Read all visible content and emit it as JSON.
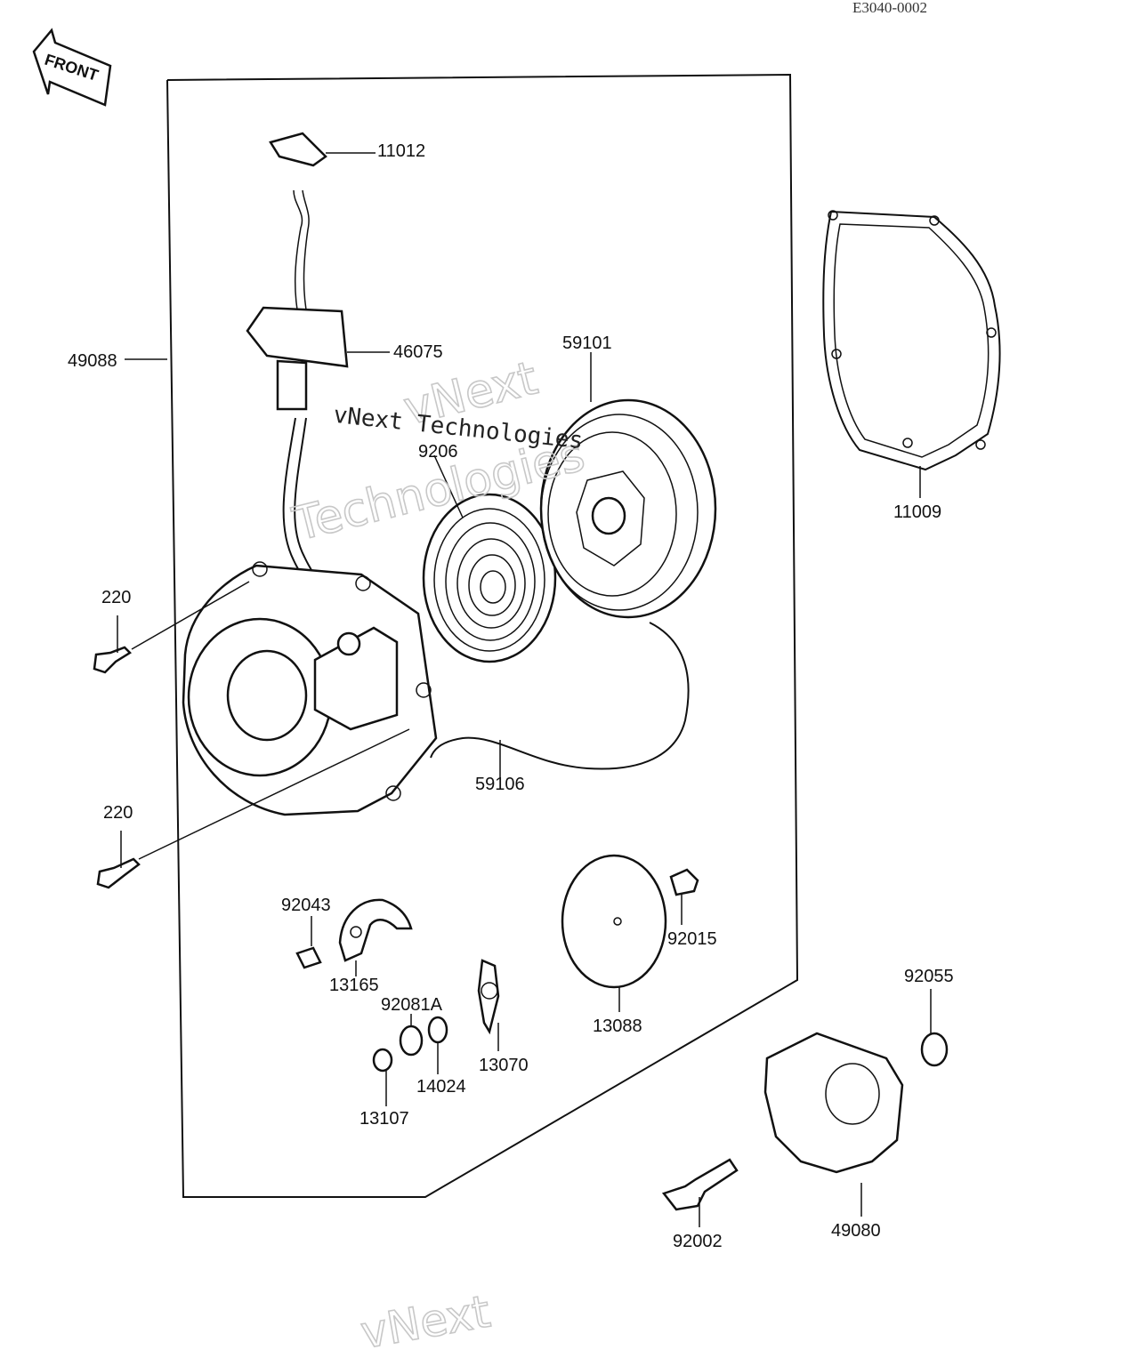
{
  "ref_code": "E3040-0002",
  "front_label": "FRONT",
  "watermarks": [
    "vNext",
    "Technologies",
    "vNext Technologies",
    "vNext"
  ],
  "callouts": [
    {
      "id": "11012",
      "text": "11012"
    },
    {
      "id": "46075",
      "text": "46075"
    },
    {
      "id": "49088",
      "text": "49088"
    },
    {
      "id": "59101",
      "text": "59101"
    },
    {
      "id": "92061",
      "text": "9206"
    },
    {
      "id": "11009",
      "text": "11009"
    },
    {
      "id": "220a",
      "text": "220"
    },
    {
      "id": "59106",
      "text": "59106"
    },
    {
      "id": "220b",
      "text": "220"
    },
    {
      "id": "92043",
      "text": "92043"
    },
    {
      "id": "92015",
      "text": "92015"
    },
    {
      "id": "13165",
      "text": "13165"
    },
    {
      "id": "92081A",
      "text": "92081A"
    },
    {
      "id": "92055",
      "text": "92055"
    },
    {
      "id": "13088",
      "text": "13088"
    },
    {
      "id": "13070",
      "text": "13070"
    },
    {
      "id": "14024",
      "text": "14024"
    },
    {
      "id": "13107",
      "text": "13107"
    },
    {
      "id": "92002",
      "text": "92002"
    },
    {
      "id": "49080",
      "text": "49080"
    }
  ]
}
